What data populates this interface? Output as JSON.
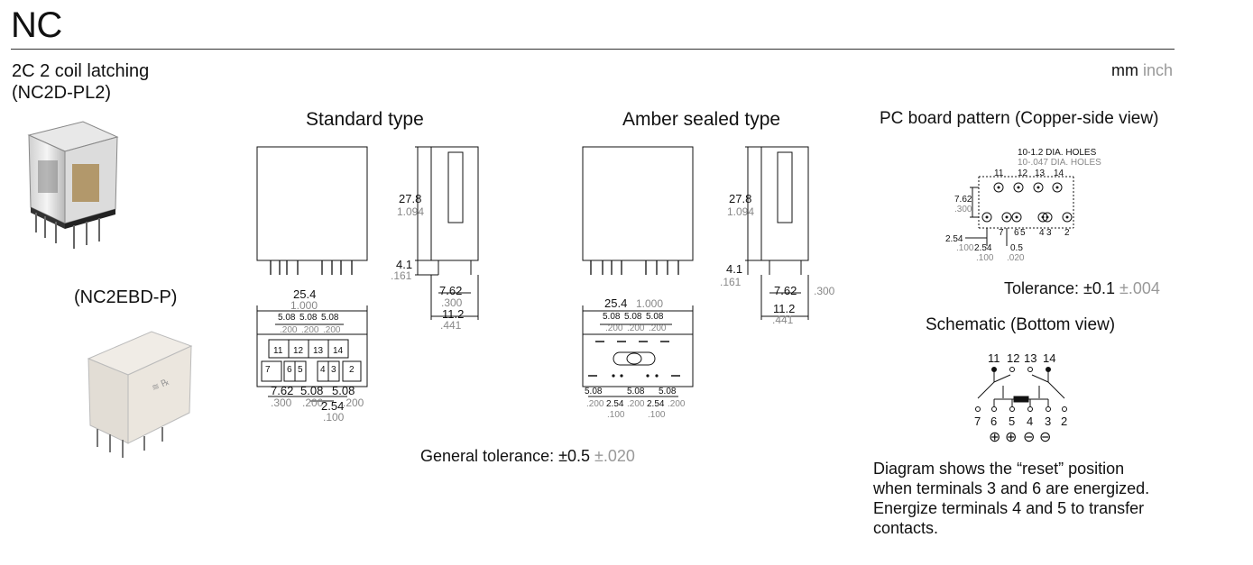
{
  "page": {
    "title": "NC",
    "units": {
      "primary": "mm",
      "secondary": "inch"
    }
  },
  "variants": [
    {
      "label_line1": "2C 2 coil latching",
      "label_line2": "(NC2D-PL2)"
    },
    {
      "label": "(NC2EBD-P)"
    }
  ],
  "standard_type": {
    "heading": "Standard type",
    "height": "27.8",
    "height_in": "1.094",
    "pin_len": "4.1",
    "pin_len_in": ".161",
    "width": "25.4",
    "width_in": "1.000",
    "pitch": "5.08",
    "pitch_in": ".200",
    "row_pitch": "7.62",
    "row_pitch_in": ".300",
    "depth": "11.2",
    "depth_in": ".441",
    "spacing": "2.54",
    "spacing_in": ".100",
    "terminals_top": [
      "11",
      "12",
      "13",
      "14"
    ],
    "terminals_bottom": [
      "7",
      "6",
      "5",
      "4",
      "3",
      "2"
    ]
  },
  "amber_type": {
    "heading": "Amber sealed type",
    "height": "27.8",
    "height_in": "1.094",
    "pin_len": "4.1",
    "pin_len_in": ".161",
    "width": "25.4",
    "width_in": "1.000",
    "pitch": "5.08",
    "pitch_in": ".200",
    "row_pitch": "7.62",
    "row_pitch_in": ".300",
    "depth": "11.2",
    "depth_in": ".441",
    "spacing": "2.54",
    "spacing_in": ".100"
  },
  "general_tolerance": {
    "label": "General tolerance: ±0.5",
    "inch": "±.020"
  },
  "pcb": {
    "heading": "PC board pattern (Copper-side view)",
    "holes_mm": "10-1.2 DIA. HOLES",
    "holes_in": "10-.047 DIA. HOLES",
    "top_numbers": [
      "11",
      "12",
      "13",
      "14"
    ],
    "bottom_numbers": [
      "7",
      "6",
      "5",
      "4",
      "3",
      "2"
    ],
    "dim_row": "7.62",
    "dim_row_in": ".300",
    "dim_a": "2.54",
    "dim_a_in": ".100",
    "dim_b": "2.54",
    "dim_b_in": ".100",
    "dim_c": "0.5",
    "dim_c_in": ".020",
    "tolerance": "Tolerance: ±0.1",
    "tolerance_in": "±.004"
  },
  "schematic": {
    "heading": "Schematic (Bottom view)",
    "top_numbers": [
      "11",
      "12",
      "13",
      "14"
    ],
    "bottom_numbers": [
      "7",
      "6",
      "5",
      "4",
      "3",
      "2"
    ],
    "polarity": [
      "⊕",
      "⊕",
      "⊖",
      "⊖"
    ]
  },
  "description": {
    "line1": "Diagram shows the “reset” position",
    "line2": "when terminals 3 and 6 are energized.",
    "line3": "Energize terminals 4 and 5 to transfer",
    "line4": "contacts."
  }
}
